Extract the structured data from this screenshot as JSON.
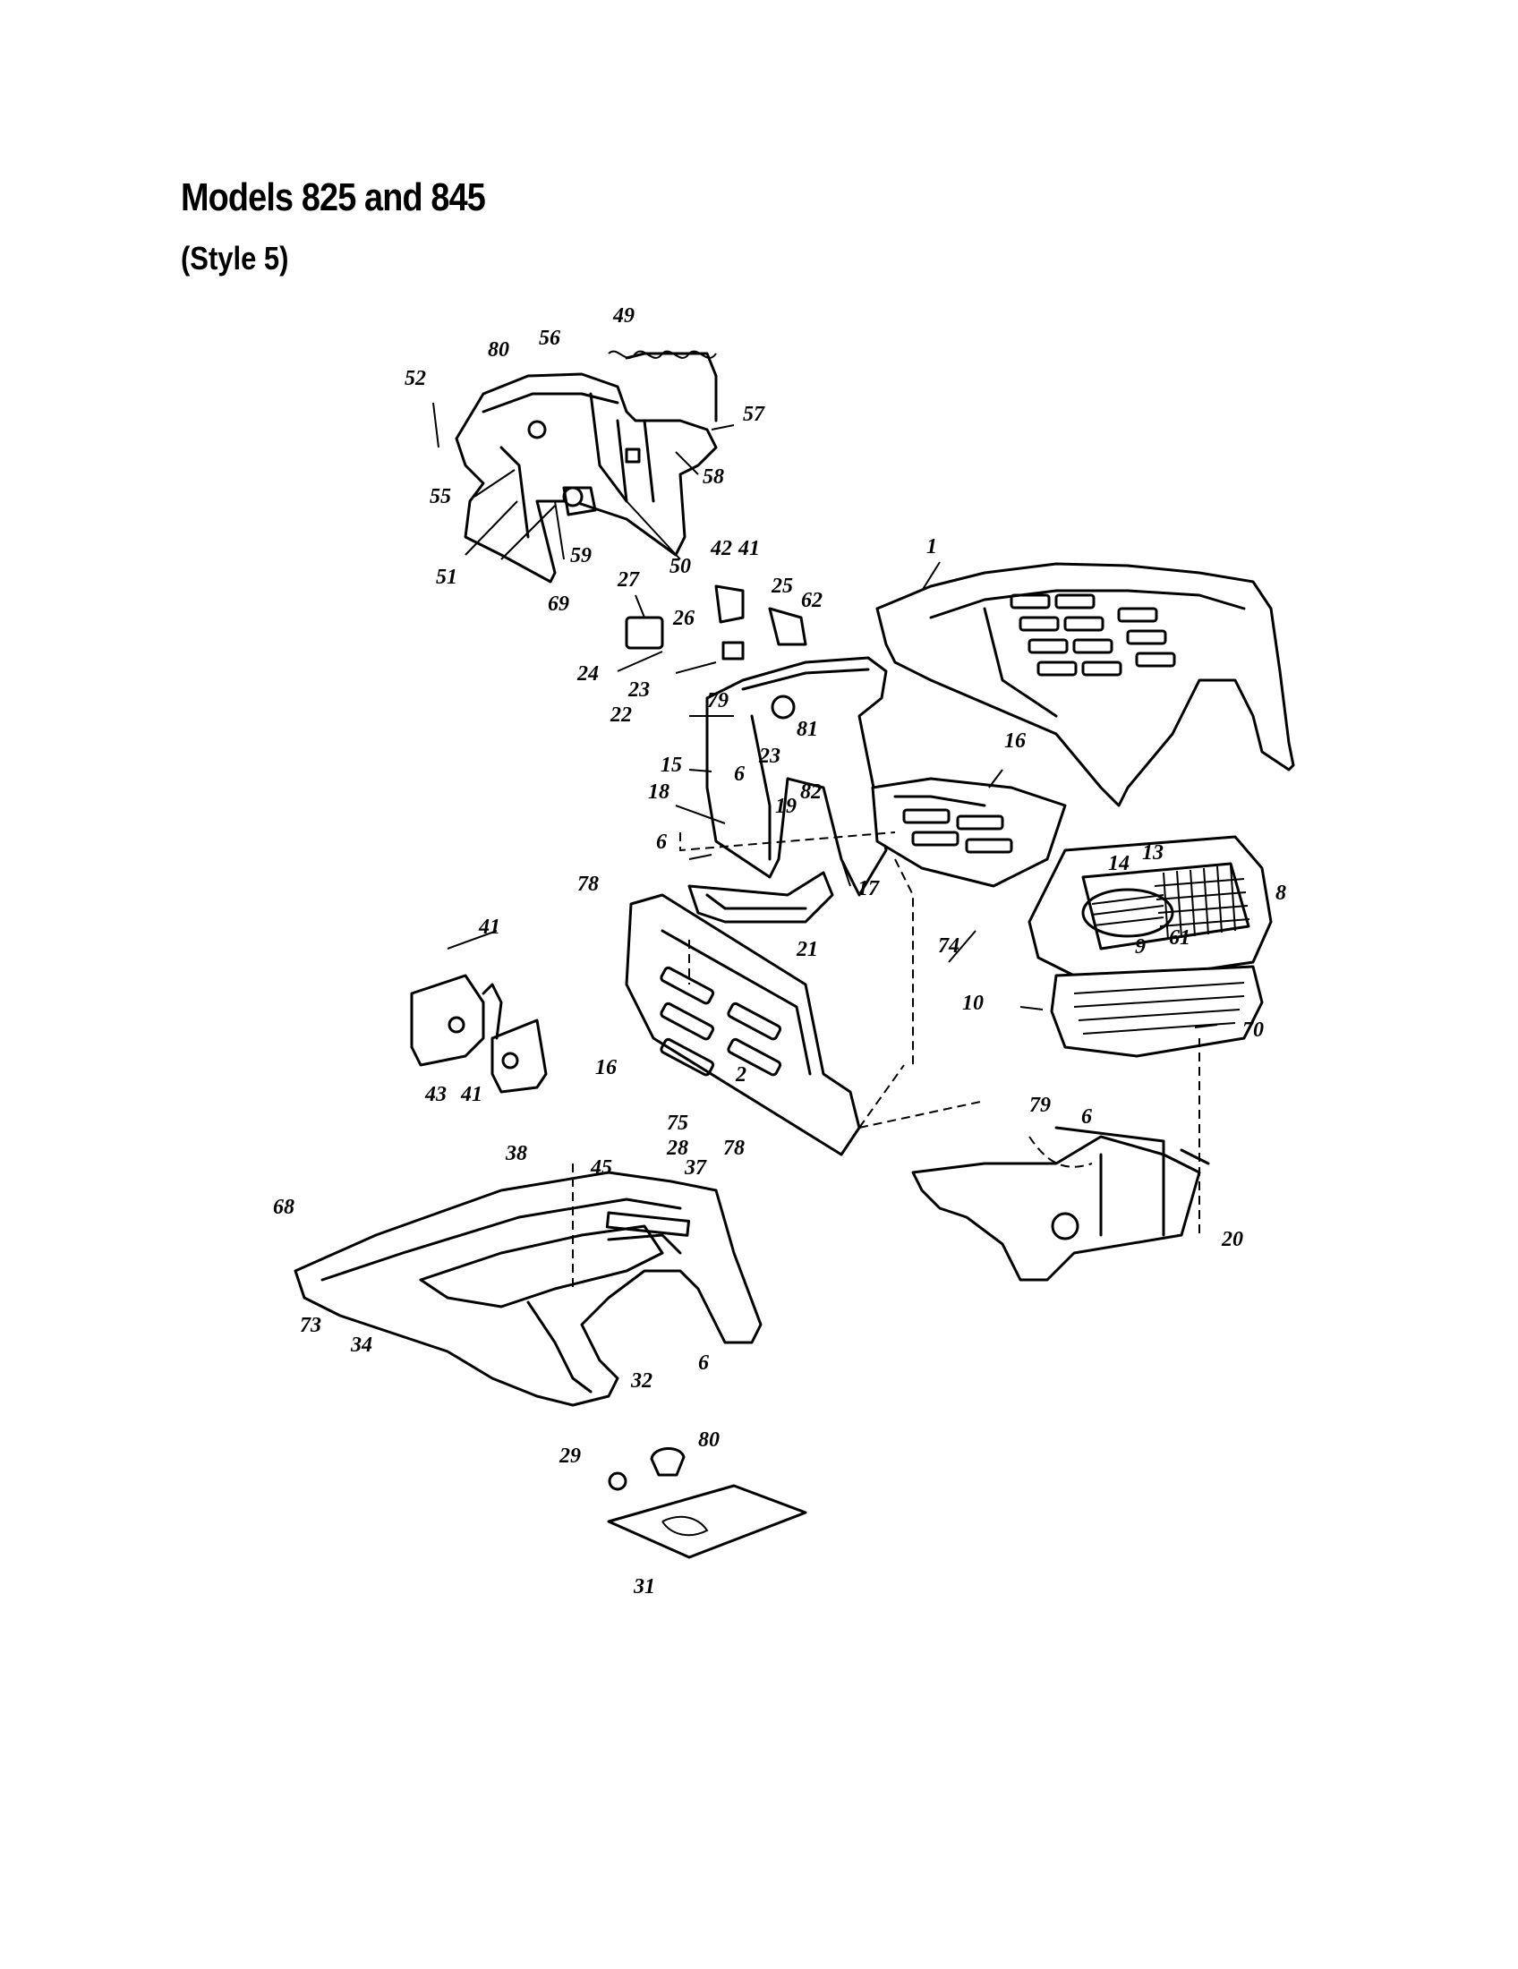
{
  "heading": {
    "title": "Models 825 and 845",
    "subtitle": "(Style 5)"
  },
  "colors": {
    "ink": "#000000",
    "paper": "#ffffff"
  },
  "callouts": [
    {
      "n": "49"
    },
    {
      "n": "56"
    },
    {
      "n": "80"
    },
    {
      "n": "52"
    },
    {
      "n": "57"
    },
    {
      "n": "58"
    },
    {
      "n": "55"
    },
    {
      "n": "59"
    },
    {
      "n": "50"
    },
    {
      "n": "51"
    },
    {
      "n": "69"
    },
    {
      "n": "42"
    },
    {
      "n": "41"
    },
    {
      "n": "1"
    },
    {
      "n": "27"
    },
    {
      "n": "25"
    },
    {
      "n": "62"
    },
    {
      "n": "26"
    },
    {
      "n": "24"
    },
    {
      "n": "23"
    },
    {
      "n": "22"
    },
    {
      "n": "79"
    },
    {
      "n": "23"
    },
    {
      "n": "81"
    },
    {
      "n": "16"
    },
    {
      "n": "15"
    },
    {
      "n": "18"
    },
    {
      "n": "6"
    },
    {
      "n": "82"
    },
    {
      "n": "19"
    },
    {
      "n": "6"
    },
    {
      "n": "17"
    },
    {
      "n": "14"
    },
    {
      "n": "13"
    },
    {
      "n": "8"
    },
    {
      "n": "78"
    },
    {
      "n": "21"
    },
    {
      "n": "74"
    },
    {
      "n": "9"
    },
    {
      "n": "61"
    },
    {
      "n": "41"
    },
    {
      "n": "10"
    },
    {
      "n": "70"
    },
    {
      "n": "16"
    },
    {
      "n": "43"
    },
    {
      "n": "41"
    },
    {
      "n": "2"
    },
    {
      "n": "79"
    },
    {
      "n": "6"
    },
    {
      "n": "75"
    },
    {
      "n": "38"
    },
    {
      "n": "28"
    },
    {
      "n": "78"
    },
    {
      "n": "37"
    },
    {
      "n": "45"
    },
    {
      "n": "68"
    },
    {
      "n": "20"
    },
    {
      "n": "73"
    },
    {
      "n": "34"
    },
    {
      "n": "6"
    },
    {
      "n": "32"
    },
    {
      "n": "29"
    },
    {
      "n": "80"
    },
    {
      "n": "31"
    }
  ]
}
